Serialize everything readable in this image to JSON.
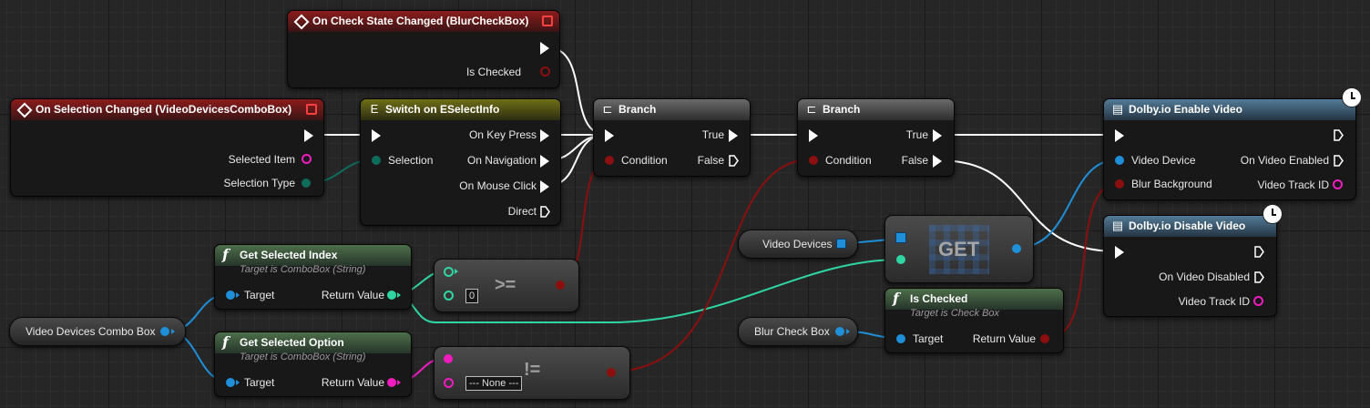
{
  "colors": {
    "exec": "#ffffff",
    "object": "#1e8fd8",
    "bool": "#8c0f0f",
    "int": "#2fd6a3",
    "string": "#f01cc0",
    "enum": "#0f6b5c"
  },
  "nodes": {
    "check_event": {
      "title": "On Check State Changed (BlurCheckBox)",
      "is_checked": "Is Checked"
    },
    "sel_event": {
      "title": "On Selection Changed (VideoDevicesComboBox)",
      "selected_item": "Selected Item",
      "selection_type": "Selection Type"
    },
    "switch": {
      "title": "Switch on ESelectInfo",
      "selection": "Selection",
      "on_key_press": "On Key Press",
      "on_navigation": "On Navigation",
      "on_mouse_click": "On Mouse Click",
      "direct": "Direct"
    },
    "branch1": {
      "title": "Branch",
      "condition": "Condition",
      "true": "True",
      "false": "False"
    },
    "branch2": {
      "title": "Branch",
      "condition": "Condition",
      "true": "True",
      "false": "False"
    },
    "enable_video": {
      "title": "Dolby.io Enable Video",
      "video_device": "Video Device",
      "blur_background": "Blur Background",
      "on_video_enabled": "On Video Enabled",
      "video_track_id": "Video Track ID"
    },
    "disable_video": {
      "title": "Dolby.io Disable Video",
      "on_video_disabled": "On Video Disabled",
      "video_track_id": "Video Track ID"
    },
    "get_selected_index": {
      "title": "Get Selected Index",
      "subtitle": "Target is ComboBox (String)",
      "target": "Target",
      "return_value": "Return Value"
    },
    "get_selected_option": {
      "title": "Get Selected Option",
      "subtitle": "Target is ComboBox (String)",
      "target": "Target",
      "return_value": "Return Value"
    },
    "is_checked": {
      "title": "Is Checked",
      "subtitle": "Target is Check Box",
      "target": "Target",
      "return_value": "Return Value"
    },
    "gte": {
      "symbol": ">=",
      "value": "0"
    },
    "neq": {
      "symbol": "!=",
      "value": "--- None ---"
    },
    "get_array": {
      "symbol": "GET"
    },
    "var_video_devices": {
      "label": "Video Devices"
    },
    "var_combo_box": {
      "label": "Video Devices Combo Box"
    },
    "var_blur_check": {
      "label": "Blur Check Box"
    }
  }
}
